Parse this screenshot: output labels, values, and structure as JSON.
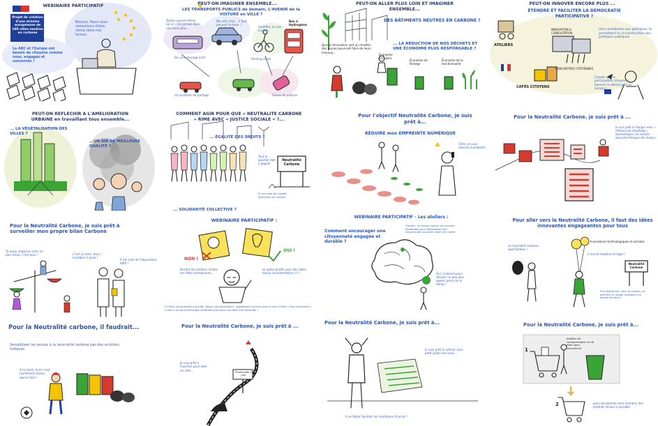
{
  "p1": {
    "header": "WEBINAIRE PARTICIPATIF",
    "box": "Projet de création d'une mission européenne de 100 villes neutres en carbone",
    "speech": "Bonjour. Nous vous remercions d'être venus dans nos locaux.",
    "bubble": "La ARC et l'Europe ont besoin de citoyens comme vous, engagés et concernés !"
  },
  "p2": {
    "header": "PEUT-ON IMAGINER ENSEMBLE...",
    "subheader": "LES TRANSPORTS PUBLICS de demain, L'AVENIR de la VOITURE en VILLE ?",
    "t1": "Toutes quand même qu'on n'ait jamais dans une zone plus...",
    "t2": "Ma vélo cher... il faut pouvoir la louer !",
    "t3": "modifier, je suis à pied !",
    "t4": "Bus à Hydrogène",
    "t5": "Du co-voiturage actif",
    "t6": "Parking relais",
    "t7": "Un système de partage",
    "t8": "Zones de piétons"
  },
  "p3": {
    "header": "PEUT-ON ALLER PLUS LOIN ET IMAGINER ENSEMBLE...",
    "sub1": "DES BÂTIMENTS NEUTRES EN CARBONE ?",
    "t1": "Que la rénovation soit un modèle, des jeunes pourront faire de leurs travaux...",
    "sub2": "... LA RÉDUCTION DE NOS DÉCHETS ET UNE ÉCONOMIE PLUS RESPONSABLE ?",
    "l1": "Économie circulaire",
    "l2": "Économie de Partage",
    "l3": "Économie de la fonctionnalité"
  },
  "p4": {
    "header": "PEUT-ON INNOVER ENCORE PLUS ...",
    "sub": "ÉTENDRE ET FACILITER LA DÉMOCRATIE PARTICIPATIVE ?",
    "l1": "ATELIERS",
    "l2": "INNOVATION & CONSULTATION",
    "l3": "RENCONTRES CITOYENNES",
    "l4": "CAFÉS CITOYENS",
    "t1": "Une contribution aux politiques. Ils permettent la co-construction des politiques publiques",
    "t2": "J'ajoute que la participation citoyenne favorise la démocratie en Europe !"
  },
  "p5": {
    "header": "PEUT-ON RÉFLÉCHIR À L'AMÉLIORATION URBAINE en travaillant tous ensemble...",
    "t1": "... LA VÉGÉTALISATION DES VILLES ?",
    "t2": "...UN AIR DE MEILLEURE QUALITÉ ?"
  },
  "p6": {
    "header": "COMMENT AGIR POUR QUE « NEUTRALITÉ CARBONE » RIME AVEC « JUSTICE SOCIALE » ?...",
    "t1": "... ÉGALITÉ DES DROITS ?",
    "t2": "Tout le quartier doit y gagner",
    "sign": "Neutralité Carbone",
    "t3": "Et de reste de l'utilité précieuse au chemin",
    "t4": "... SOLIDARITÉ COLLECTIVE ?"
  },
  "p7": {
    "title": "Pour l'objectif Neutralité Carbone, je suis prêt à...",
    "sub": "RÉDUIRE mon EMPREINTE NUMÉRIQUE",
    "t1": "Chéri, je vous devrait recontacter..."
  },
  "p8": {
    "title": "Pour la Neutralité Carbone, je suis prêt à ...",
    "t1": "Je suis prêt à changer mes « réflexes de chauffage » domestiques, en investir dans des Pompes de chaleur"
  },
  "p9": {
    "title": "Pour la Neutralité Carbone, je suis prêt à surveiller mon propre bilan Carbone",
    "t1": "Tu peux négocier avec un peu d'eau, c'est plus !",
    "t2": "C'est ce bien, donc ! Combien il peut !",
    "t3": "Il me met de l'équivalent kWh !"
  },
  "p10": {
    "header": "WEBINAIRE PARTICIPATIF :",
    "no": "NON !",
    "yes": "OUI !",
    "t1": "Durant les ateliers, évitez les idées énergivores...",
    "t2": "et optez plutôt pour des idées basse consommation (*) !",
    "foot": "(*) Pour comprendre une idée 'basse consommation', également connue sous le nom d'idée « fluo compacte », il faut 4 à moins d'énergie cérébrale que pour une idée mal formulée !"
  },
  "p11": {
    "header": "WEBINAIRE PARTICIPATIF - Les ateliers :",
    "t1": "Comment encourager une citoyenneté engagée et durable ?",
    "t2": "Conseil : le temps moyen de cerveau disponible pour développer son citoyenneté nouvelle reste très limité",
    "t3": "Oui, Colonnel pour devenir un peu plus apport prévu ou le temps !"
  },
  "p12": {
    "title": "Pour aller vers la Neutralité Carbone, il faut des idées innovantes engageantes pour tous",
    "t1": "La neutralité carbone, quel fardeau !",
    "t2": "Innovations technologiques et sociales",
    "t3": "L'accent mobilisé et léger !",
    "sign": "Neutralité Carbone",
    "t4": "Plus attractive, sans ce poison, ça prendre ce image pratique à la portée de tous !"
  },
  "p13": {
    "title": "Pour la Neutralité carbone, il faudrait...",
    "sub": "Sensibiliser les jeunes à la neutralité carbone par des activités ludiques",
    "t1": "À la récré, le tri c'est carrément mieux que le foot !"
  },
  "p14": {
    "title": "Pour la Neutralité Carbone, je suis prêt à ...",
    "t1": "Je suis prêt à marcher pour aller en ville...",
    "sign": "Promenade 1 jour"
  },
  "p15": {
    "title": "Pour la Neutralité Carbone, je suis prêt à...",
    "t1": "Je suis prêt à cultiver mon petit jardin bio mais...",
    "t2": "Il va falloir faciliter les conditions d'accès !"
  },
  "p16": {
    "title": "Pour la Neutralité Carbone, je suis prêt à...",
    "t1": "Justifier de consommation et de jeter sans conscience",
    "n1": "1",
    "n2": "2",
    "t2": "pour consommer mon moment, des produits locaux si possible"
  },
  "colors": {
    "title_blue": "#2a55b3",
    "header_navy": "#2a3a6b",
    "europe_blue": "#1f3f99",
    "star_yellow": "#f5c400",
    "green": "#3aa436",
    "red": "#d53a2c"
  }
}
